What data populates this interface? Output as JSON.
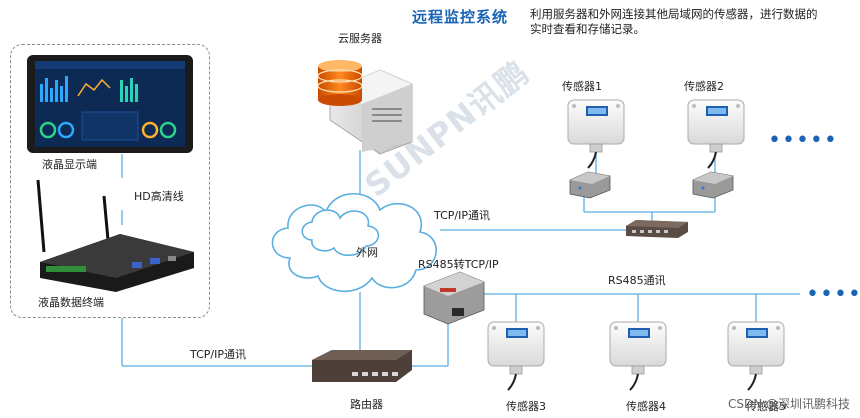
{
  "title": "远程监控系统",
  "description": "利用服务器和外网连接其他局域网的传感器，进行数据的实时查看和存储记录。",
  "labels": {
    "cloud_server": "云服务器",
    "lcd_display": "液晶显示端",
    "hd_cable": "HD高清线",
    "lcd_terminal": "液晶数据终端",
    "tcpip_comm_top": "TCP/IP通讯",
    "internet": "外网",
    "rs485_to_tcpip": "RS485转TCP/IP",
    "rs485_comm": "RS485通讯",
    "tcpip_comm_bottom": "TCP/IP通讯",
    "router": "路由器",
    "sensor1": "传感器1",
    "sensor2": "传感器2",
    "sensor3": "传感器3",
    "sensor4": "传感器4",
    "sensor5": "传感器5"
  },
  "watermark": "SUNPN讯鹏",
  "footer": "CSDN @深圳讯鹏科技",
  "colors": {
    "title": "#1a63b5",
    "line": "#5aaee0",
    "dots": "#1a63b5",
    "cloud_stroke": "#5aaee0"
  }
}
